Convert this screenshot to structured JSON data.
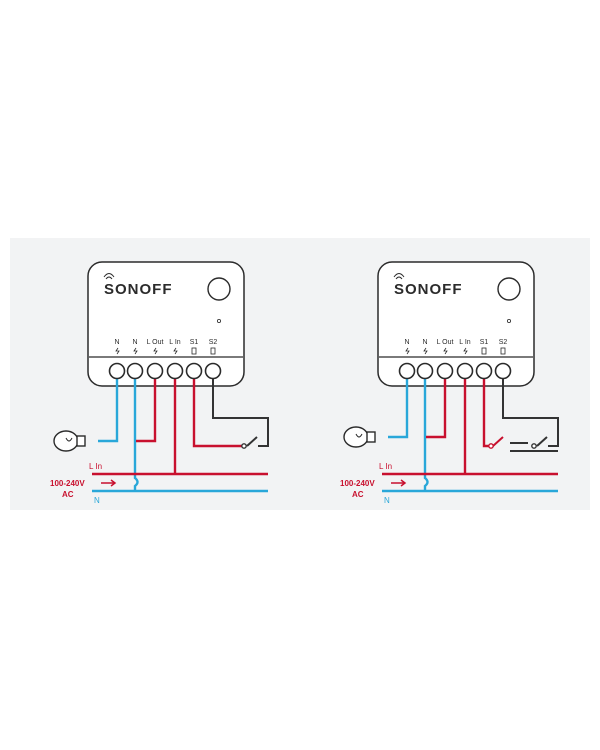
{
  "colors": {
    "live": "#c8102e",
    "neutral": "#29a7d9",
    "switch_wire": "#333333",
    "device_fill": "#ffffff",
    "device_stroke": "#2b2b2b",
    "background": "#f2f3f4"
  },
  "diagrams": [
    {
      "brand": "SONOFF",
      "terminals": [
        "N",
        "N",
        "L Out",
        "L In",
        "S1",
        "S2"
      ],
      "supply": {
        "live_label": "L In",
        "voltage_label": "100-240V",
        "ac_label": "AC",
        "neutral_label": "N"
      },
      "switch": "single"
    },
    {
      "brand": "SONOFF",
      "terminals": [
        "N",
        "N",
        "L Out",
        "L In",
        "S1",
        "S2"
      ],
      "supply": {
        "live_label": "L In",
        "voltage_label": "100-240V",
        "ac_label": "AC",
        "neutral_label": "N"
      },
      "switch": "two-way"
    }
  ]
}
